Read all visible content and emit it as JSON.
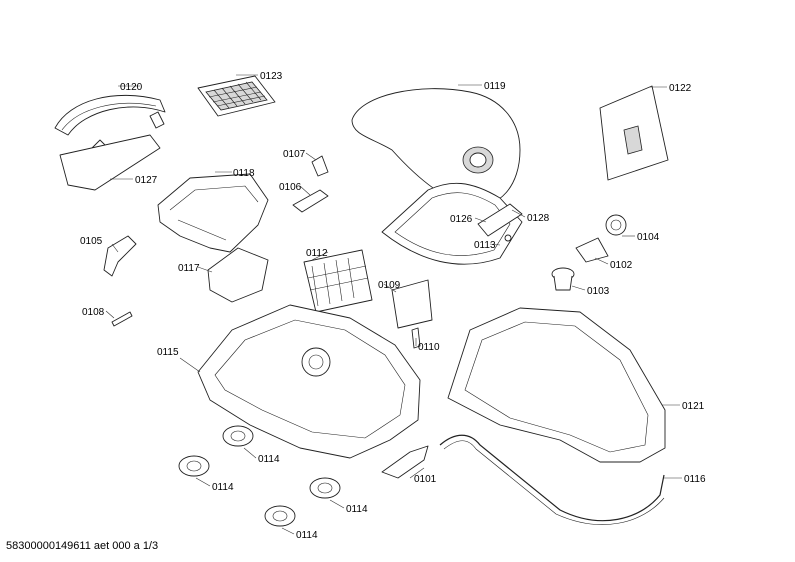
{
  "parts": [
    {
      "id": "p0120",
      "label": "0120"
    },
    {
      "id": "p0123",
      "label": "0123"
    },
    {
      "id": "p0119",
      "label": "0119"
    },
    {
      "id": "p0122",
      "label": "0122"
    },
    {
      "id": "p0107",
      "label": "0107"
    },
    {
      "id": "p0127",
      "label": "0127"
    },
    {
      "id": "p0118",
      "label": "0118"
    },
    {
      "id": "p0106",
      "label": "0106"
    },
    {
      "id": "p0126",
      "label": "0126"
    },
    {
      "id": "p0128",
      "label": "0128"
    },
    {
      "id": "p0113",
      "label": "0113"
    },
    {
      "id": "p0104",
      "label": "0104"
    },
    {
      "id": "p0105",
      "label": "0105"
    },
    {
      "id": "p0112",
      "label": "0112"
    },
    {
      "id": "p0102",
      "label": "0102"
    },
    {
      "id": "p0117",
      "label": "0117"
    },
    {
      "id": "p0109",
      "label": "0109"
    },
    {
      "id": "p0103",
      "label": "0103"
    },
    {
      "id": "p0108",
      "label": "0108"
    },
    {
      "id": "p0110",
      "label": "0110"
    },
    {
      "id": "p0115",
      "label": "0115"
    },
    {
      "id": "p0121",
      "label": "0121"
    },
    {
      "id": "p0114a",
      "label": "0114"
    },
    {
      "id": "p0114b",
      "label": "0114"
    },
    {
      "id": "p0101",
      "label": "0101"
    },
    {
      "id": "p0116",
      "label": "0116"
    },
    {
      "id": "p0114c",
      "label": "0114"
    },
    {
      "id": "p0114d",
      "label": "0114"
    }
  ],
  "footer": {
    "text": "58300000149611 aet 000 a 1/3"
  }
}
